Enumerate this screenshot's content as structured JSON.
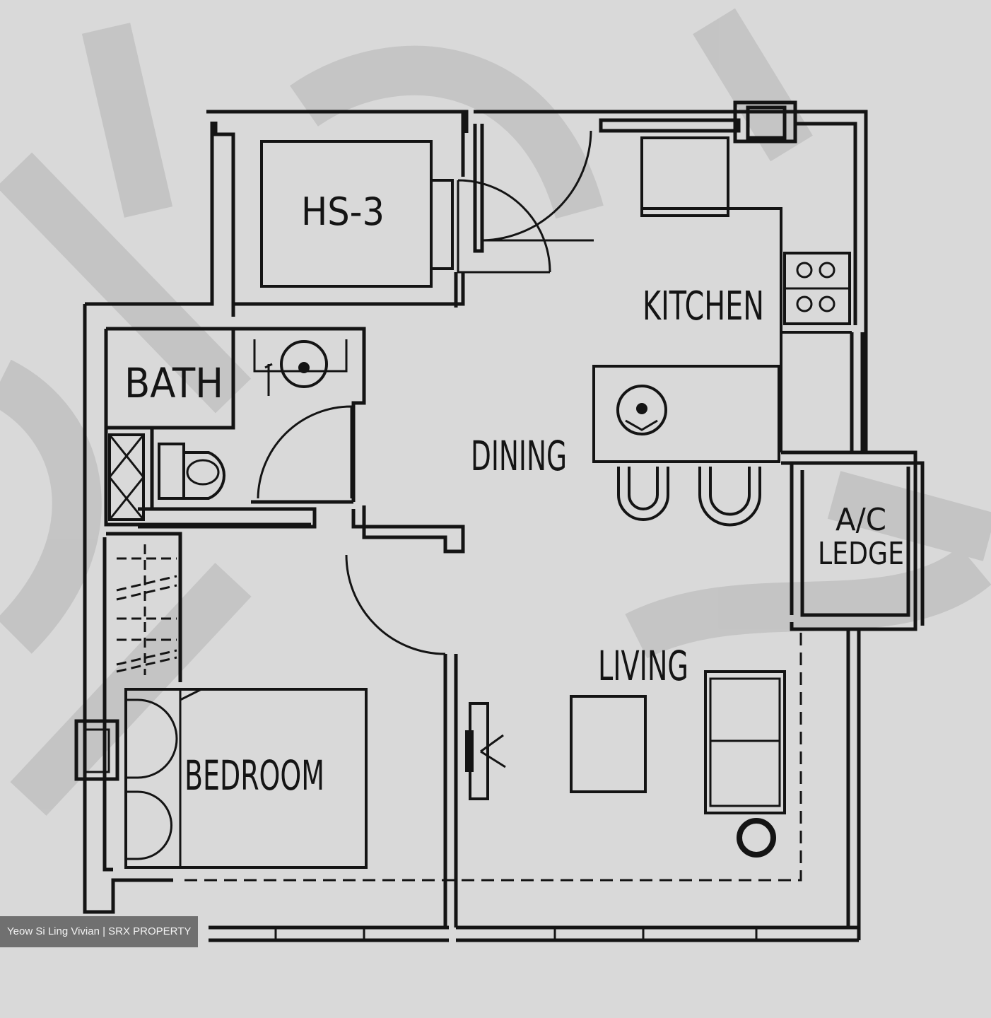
{
  "rooms": {
    "hs3": "HS-3",
    "kitchen": "KITCHEN",
    "bath": "BATH",
    "dining": "DINING",
    "ac_ledge_line1": "A/C",
    "ac_ledge_line2": "LEDGE",
    "living": "LIVING",
    "bedroom": "BEDROOM"
  },
  "watermark": "Yeow Si Ling Vivian | SRX PROPERTY",
  "colors": {
    "paper": "#d9d9d9",
    "ink": "#141414",
    "watermark_shape": "#a8a8a8"
  }
}
